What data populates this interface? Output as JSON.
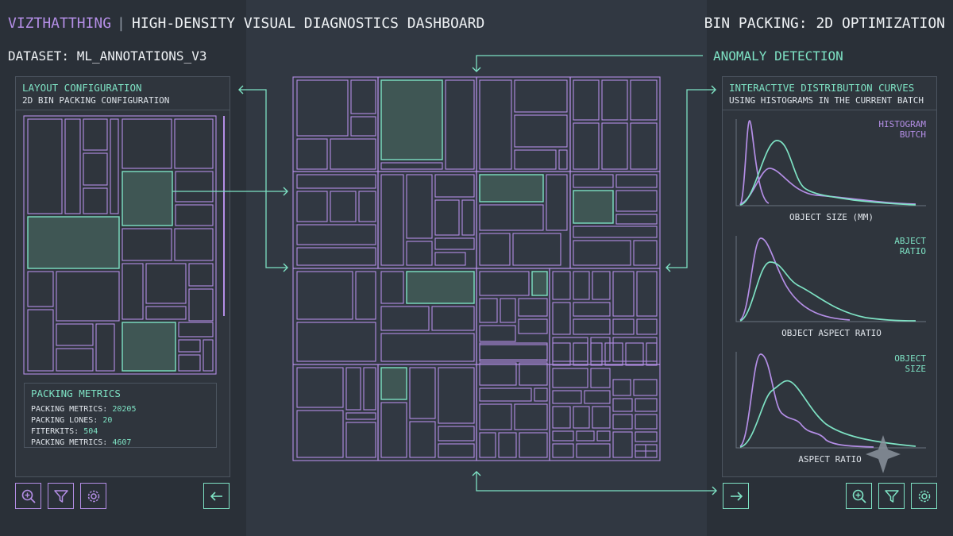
{
  "header": {
    "brand": "VIZTHATTHING",
    "separator": "|",
    "title": "HIGH-DENSITY VISUAL DIAGNOSTICS DASHBOARD",
    "right_title": "BIN PACKING: 2D OPTIMIZATION"
  },
  "dataset_label": "DATASET: ML_ANNOTATIONS_V3",
  "anomaly_label": "ANOMALY DETECTION",
  "left_panel": {
    "title": "LAYOUT CONFIGURATION",
    "subtitle": "2D BIN PACKING CONFIGURATION",
    "metrics": {
      "title": "PACKING METRICS",
      "items": [
        {
          "label": "PACKING METRICS:",
          "value": "20205"
        },
        {
          "label": "PACKING LONES:",
          "value": "20"
        },
        {
          "label": "FITERKITS:",
          "value": "504"
        },
        {
          "label": "PACKING METRICS:",
          "value": "4607"
        }
      ]
    }
  },
  "right_panel": {
    "title": "INTERACTIVE DISTRIBUTION CURVES",
    "subtitle": "USING HISTOGRAMS IN THE CURRENT BATCH",
    "charts": [
      {
        "legend_lines": [
          "HISTOGRAM",
          "BUTCH"
        ],
        "legend_color": "#b48ee6",
        "xlabel": "OBJECT SIZE (MM)"
      },
      {
        "legend_lines": [
          "ABJECT",
          "RATIO"
        ],
        "legend_color": "#7ee2c4",
        "xlabel": "OBJECT ASPECT RATIO"
      },
      {
        "legend_lines": [
          "OBJECT",
          "SIZE"
        ],
        "legend_color": "#7ee2c4",
        "xlabel": "ASPECT RATIO"
      }
    ]
  },
  "icons": {
    "left": [
      "zoom-in-icon",
      "filter-icon",
      "gear-icon",
      "arrow-left-icon"
    ],
    "right": [
      "arrow-right-icon",
      "zoom-in-icon",
      "filter-icon",
      "gear-icon"
    ]
  },
  "colors": {
    "purple": "#b48ee6",
    "teal": "#7ee2c4",
    "background": "#313842",
    "panel_background": "#2a3038",
    "highlight_fill": "#3f5654"
  }
}
